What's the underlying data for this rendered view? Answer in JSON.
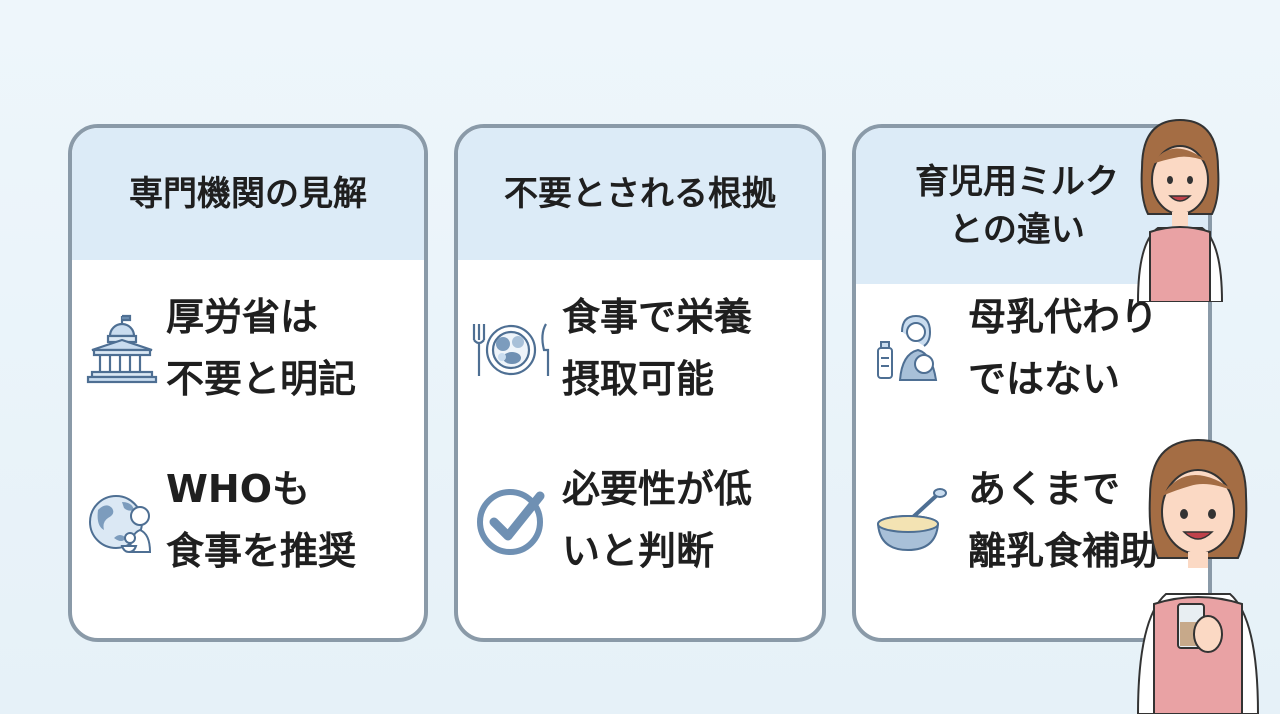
{
  "cards": [
    {
      "title": "専門機関の見解",
      "items": [
        {
          "icon": "government-building-icon",
          "line1": "厚労省は",
          "line2": "不要と明記"
        },
        {
          "icon": "globe-mother-child-icon",
          "line1": "WHOも",
          "line2": "食事を推奨"
        }
      ]
    },
    {
      "title": "不要とされる根拠",
      "items": [
        {
          "icon": "meal-plate-icon",
          "line1": "食事で栄養",
          "line2": "摂取可能"
        },
        {
          "icon": "checkmark-circle-icon",
          "line1": "必要性が低",
          "line2": "いと判断"
        }
      ]
    },
    {
      "title_line1": "育児用ミルク",
      "title_line2": "との違い",
      "items": [
        {
          "icon": "mother-baby-bottle-icon",
          "line1": "母乳代わり",
          "line2": "ではない"
        },
        {
          "icon": "baby-food-bowl-icon",
          "line1": "あくまで",
          "line2": "離乳食補助"
        }
      ]
    }
  ],
  "colors": {
    "background": "#eaf4fa",
    "card_border": "#8a9aa8",
    "header_bg": "#dcebf7",
    "apron": "#e9a2a4",
    "icon_blue": "#6f90b3"
  }
}
